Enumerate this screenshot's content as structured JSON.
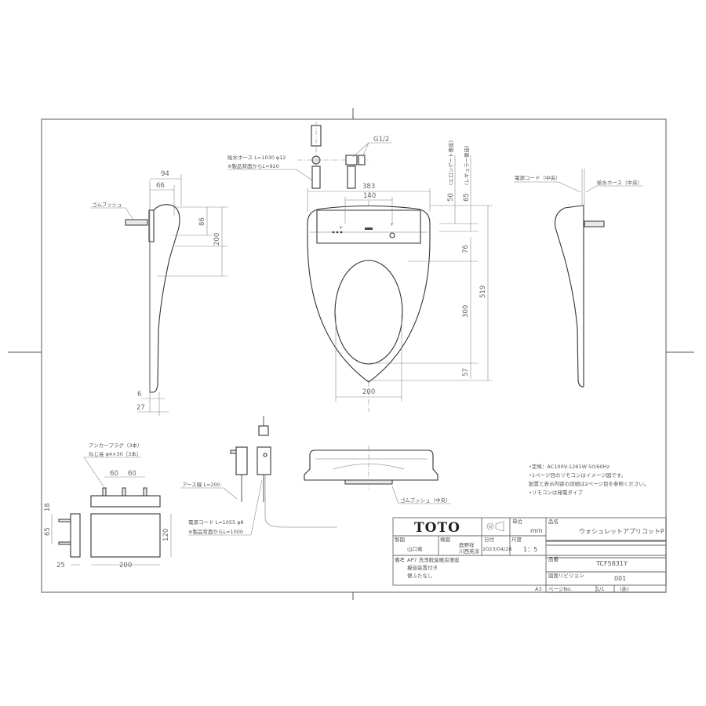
{
  "drawing": {
    "top_view": {
      "dims": {
        "width_total": "383",
        "hole_pitch": "140",
        "opening_width": "200",
        "elongate_offset": "50",
        "regular_offset": "65",
        "to_opening": "76",
        "opening_length": "300",
        "front_gap": "57",
        "overall_length": "519"
      },
      "labels": {
        "elongate": "(エロンゲート便座)",
        "regular": "(レギュラー便座)",
        "g_thread": "G1/2"
      }
    },
    "water_hose": {
      "line1": "給水ホース L=1030 φ12",
      "line2": "※製品背面からL=920"
    },
    "left_side": {
      "dims": {
        "d94": "94",
        "d66": "66",
        "d86": "86",
        "d200": "200",
        "d6": "6",
        "d27": "27"
      },
      "label_bush": "ゴムブッシュ"
    },
    "right_side": {
      "label_power": "電源コード（中央）",
      "label_hose": "給水ホース（中央）"
    },
    "bracket": {
      "anchor_line1": "アンカープラグ（3本）",
      "anchor_line2": "ねじ長 φ4×30（3本）",
      "dims": {
        "p1": "60",
        "p2": "60",
        "h18": "18",
        "h65": "65",
        "t25": "25",
        "w200": "200",
        "h120": "120"
      }
    },
    "plug": {
      "earth": "アース線 L=200",
      "cord1": "電源コード L=1055 φ8",
      "cord2": "※製品背面からL=1000"
    },
    "front_view": {
      "label_bush": "ゴムブッシュ（中央）"
    },
    "notes": [
      "•定格：AC100V-1261W 50/60Hz",
      "•1ページ目のリモコンはイメージ図です。",
      " 配置と表示内容の詳細は2ページ目を参照ください。",
      "•リモコンは発電タイプ"
    ]
  },
  "title_block": {
    "brand": "TOTO",
    "unit_label": "単位",
    "unit": "mm",
    "drawn_label": "製図",
    "drawn_by": "山口竜",
    "checked_label": "検図",
    "checked_by1": "鹿野祥",
    "checked_by2": "川西英淳",
    "date_label": "日付",
    "date": "2023/04/28",
    "scale_label": "尺度",
    "scale": "1：5",
    "name_label": "品名",
    "product_name": "ウォシュレットアプリコットP",
    "number_label": "品番",
    "product_number": "TCF5831Y",
    "revision_label": "図面リビジョン",
    "revision": "001",
    "remarks_label": "備考",
    "remarks": [
      "AP7 洗浄脱臭暖房便座",
      "擬音装置付き",
      "便ふたなし"
    ],
    "sheet_size": "A3",
    "page_label": "ページNo.",
    "page": "1/1",
    "page_note": "(赤)"
  }
}
